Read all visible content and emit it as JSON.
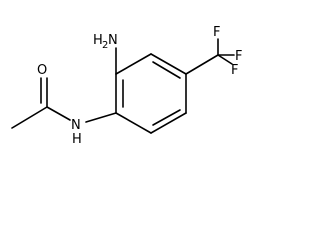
{
  "molecule": {
    "labels": {
      "amine": {
        "atom": "H",
        "subscript": "2",
        "suffix": "N"
      },
      "amide_n": {
        "atom": "N",
        "h": "H"
      },
      "carbonyl_o": "O",
      "fluorines": [
        "F",
        "F",
        "F"
      ]
    }
  }
}
